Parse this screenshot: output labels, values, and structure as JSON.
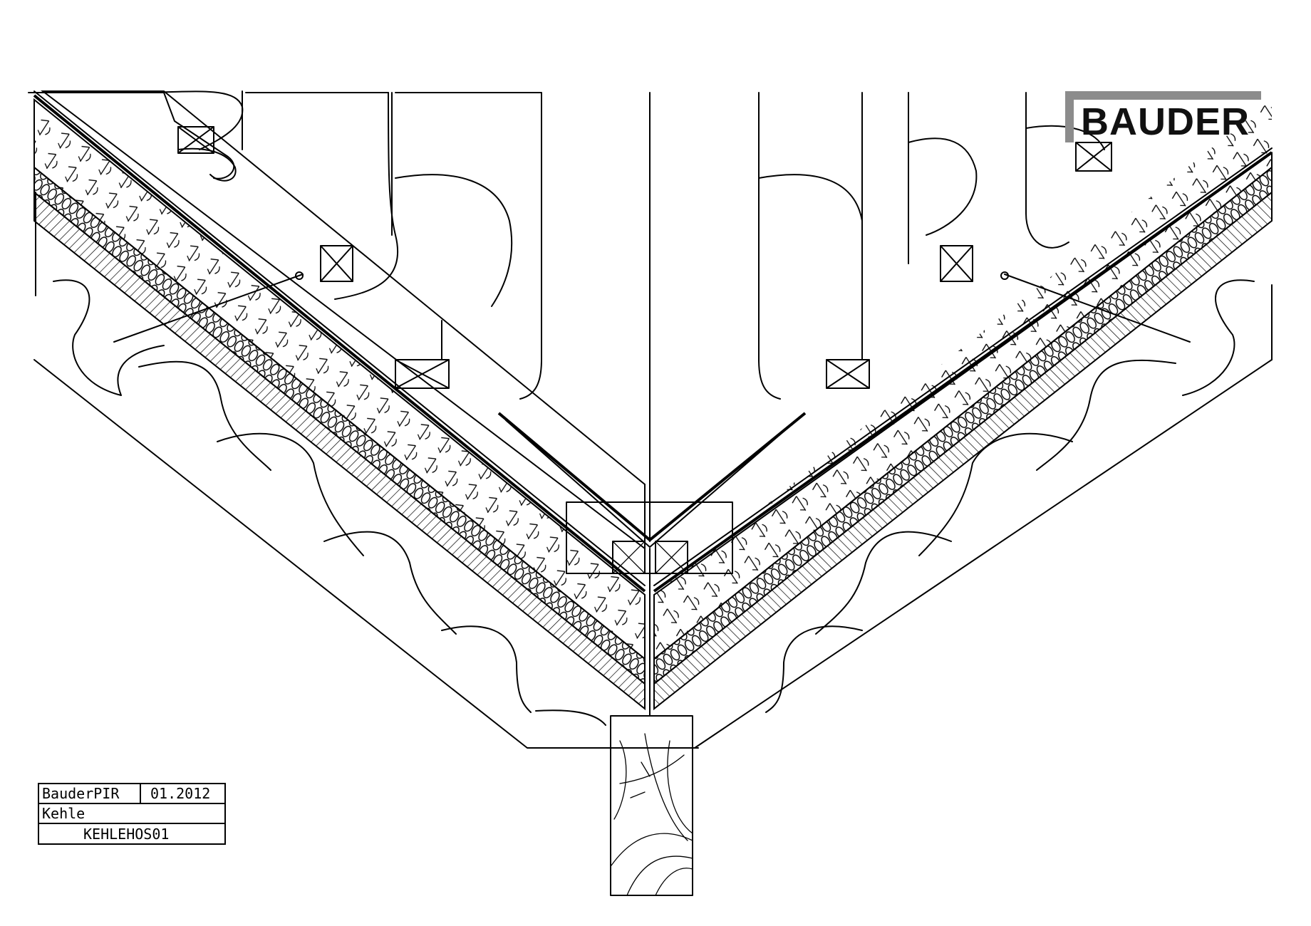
{
  "logo": {
    "text": "BAUDER"
  },
  "title_block": {
    "product": "BauderPIR",
    "date": "01.2012",
    "detail": "Kehle",
    "drawing_code": "KEHLEHOS01"
  }
}
